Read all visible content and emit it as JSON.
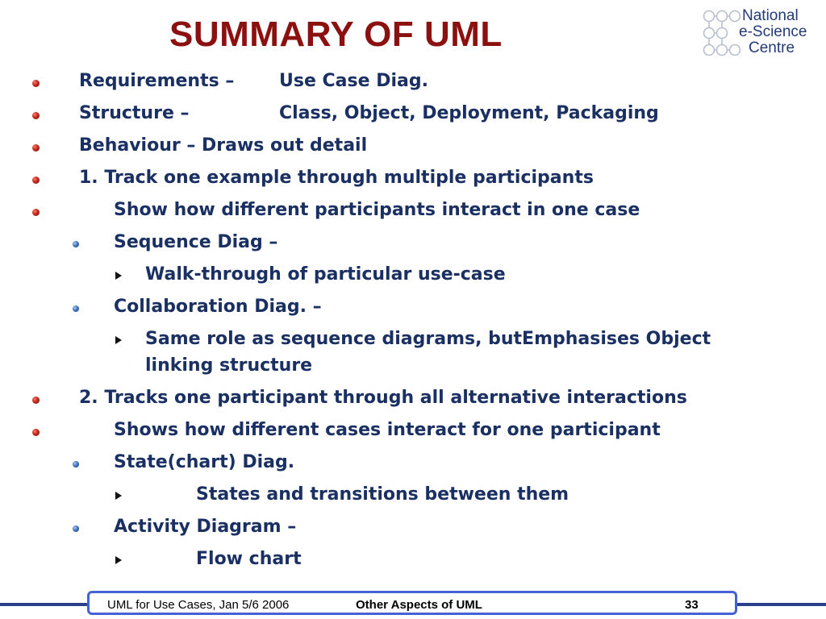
{
  "slide": {
    "title": "SUMMARY OF UML"
  },
  "logo": {
    "line1": "National",
    "line2": "e-Science",
    "line3": "Centre",
    "icon": "hex-circles-logo-icon",
    "color": "#243a78"
  },
  "colors": {
    "title": "#8b1010",
    "body_text": "#1a3063",
    "bullet_red": "#c0281c",
    "bullet_blue": "#3a6fb6",
    "footer_border": "#4461d6",
    "footer_line": "#2b3f8a"
  },
  "bullets": [
    {
      "level": 1,
      "marker": "red-dot",
      "text": "Requirements –",
      "text2": "Use Case Diag."
    },
    {
      "level": 1,
      "marker": "red-dot",
      "text": "Structure –",
      "text2": "Class, Object, Deployment, Packaging"
    },
    {
      "level": 1,
      "marker": "red-dot",
      "text": "Behaviour – Draws out detail"
    },
    {
      "level": 1,
      "marker": "red-dot",
      "text": "1. Track one example through multiple participants"
    },
    {
      "level": 1,
      "marker": "red-dot",
      "text": "Show how different participants interact in one case"
    },
    {
      "level": 2,
      "marker": "blue-dot",
      "text": "Sequence Diag –"
    },
    {
      "level": 3,
      "marker": "arrow",
      "text": "Walk-through of particular use-case"
    },
    {
      "level": 2,
      "marker": "blue-dot",
      "text": "Collaboration Diag. –"
    },
    {
      "level": 3,
      "marker": "arrow",
      "text": "Same role as sequence diagrams, butEmphasises Object",
      "text_cont": "linking structure"
    },
    {
      "level": 1,
      "marker": "red-dot",
      "text": "2. Tracks one participant through all alternative interactions"
    },
    {
      "level": 1,
      "marker": "red-dot",
      "text": "Shows how different cases interact for one participant"
    },
    {
      "level": 2,
      "marker": "blue-dot",
      "text": "State(chart) Diag."
    },
    {
      "level": 3,
      "marker": "arrow",
      "text": "States and transitions between them"
    },
    {
      "level": 2,
      "marker": "blue-dot",
      "text": "Activity Diagram –"
    },
    {
      "level": 3,
      "marker": "arrow",
      "text": "Flow chart"
    }
  ],
  "footer": {
    "left": "UML for Use Cases, Jan 5/6 2006",
    "center": "Other Aspects of UML",
    "page_number": "33"
  }
}
